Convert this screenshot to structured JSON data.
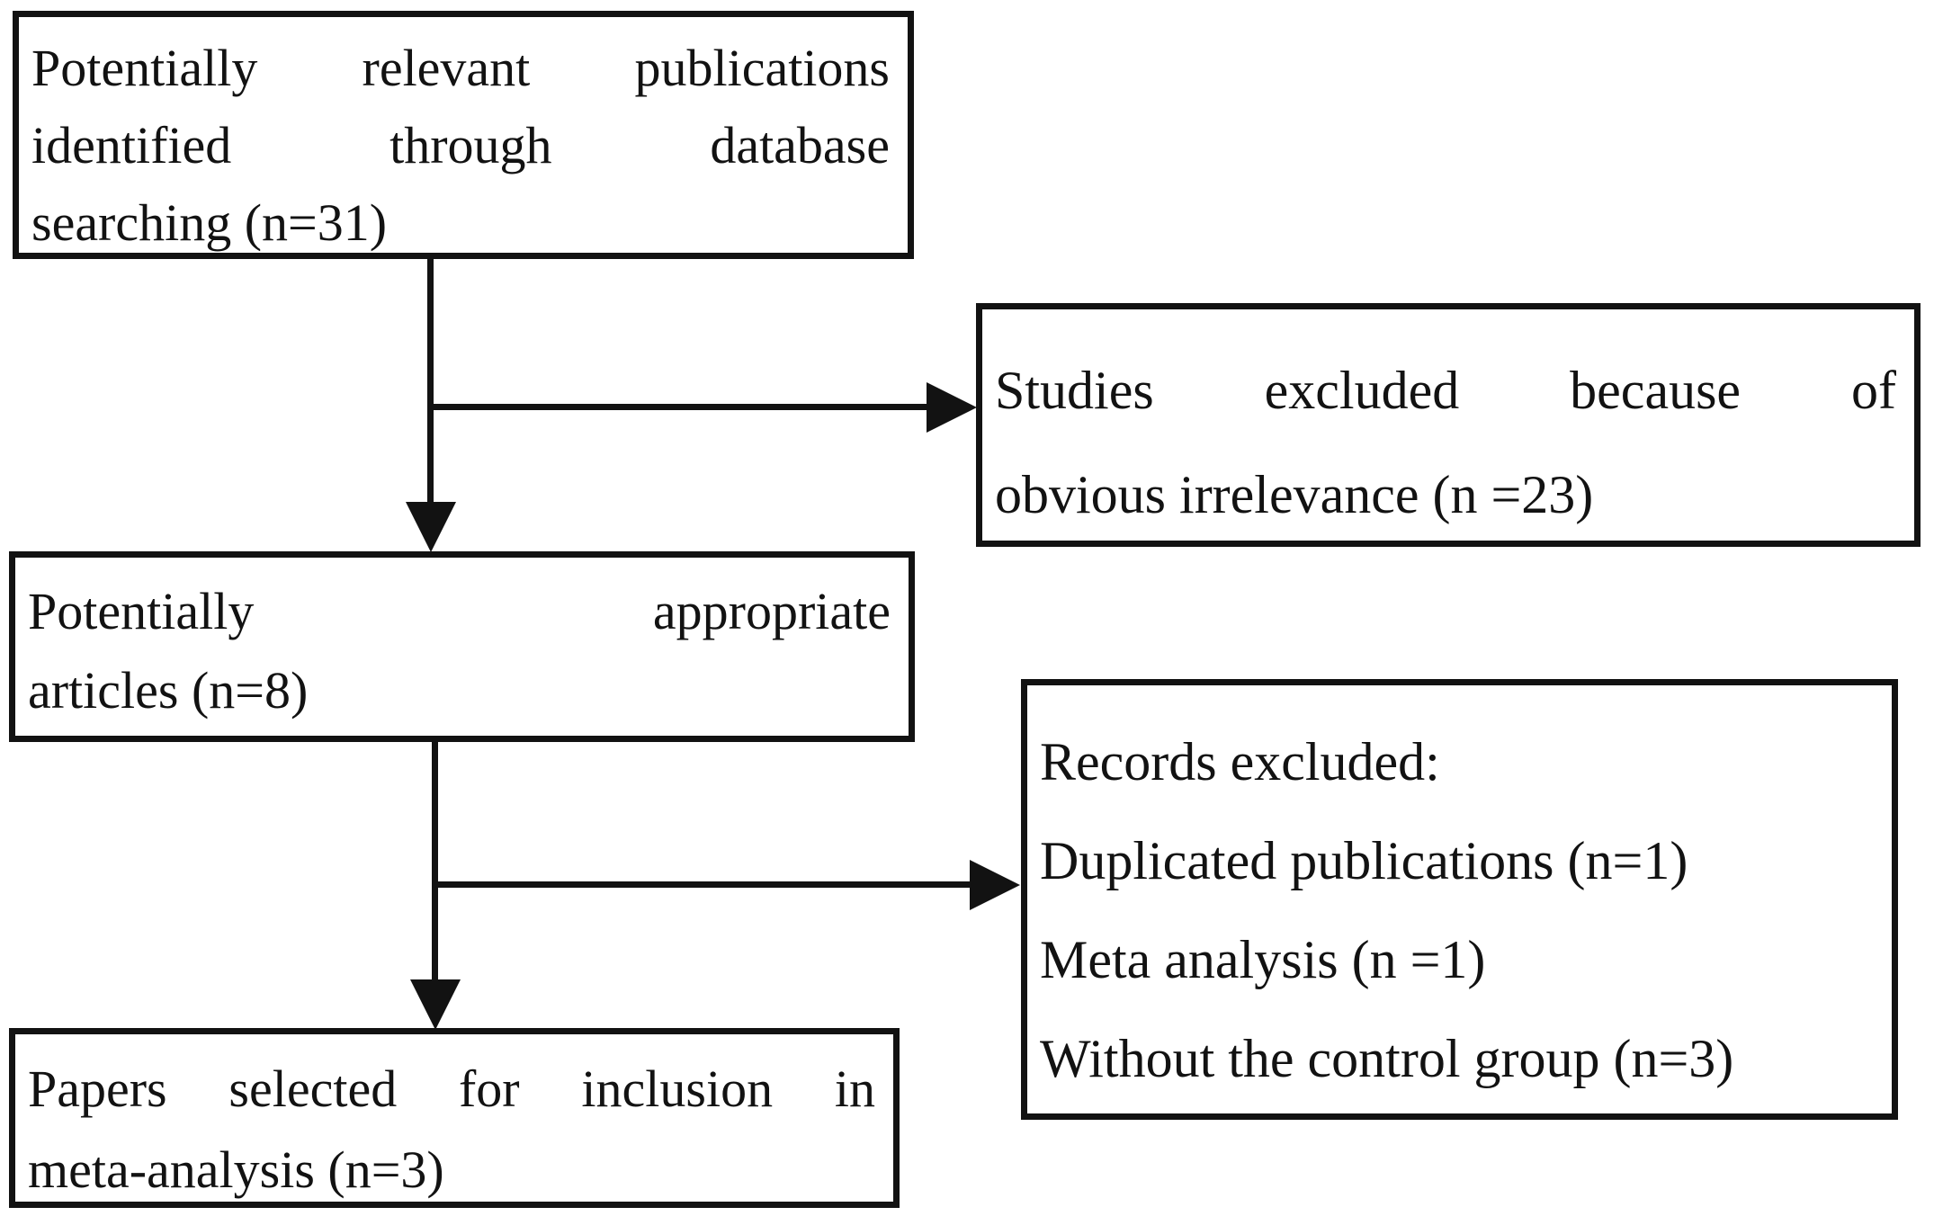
{
  "colors": {
    "ink": "#121212",
    "background": "#ffffff"
  },
  "boxes": {
    "identified": {
      "lines": [
        "Potentially relevant publications",
        "identified through database",
        "searching (n=31)"
      ]
    },
    "excluded_studies": {
      "lines": [
        "Studies excluded because of",
        "obvious irrelevance (n =23)"
      ]
    },
    "appropriate": {
      "lines": [
        "Potentially appropriate",
        "articles (n=8)"
      ]
    },
    "records_excluded": {
      "lines": [
        "Records excluded:",
        "Duplicated publications (n=1)",
        "Meta analysis (n =1)",
        "Without the control group (n=3)"
      ]
    },
    "selected": {
      "lines": [
        "Papers selected for inclusion in",
        "meta-analysis (n=3)"
      ]
    }
  }
}
